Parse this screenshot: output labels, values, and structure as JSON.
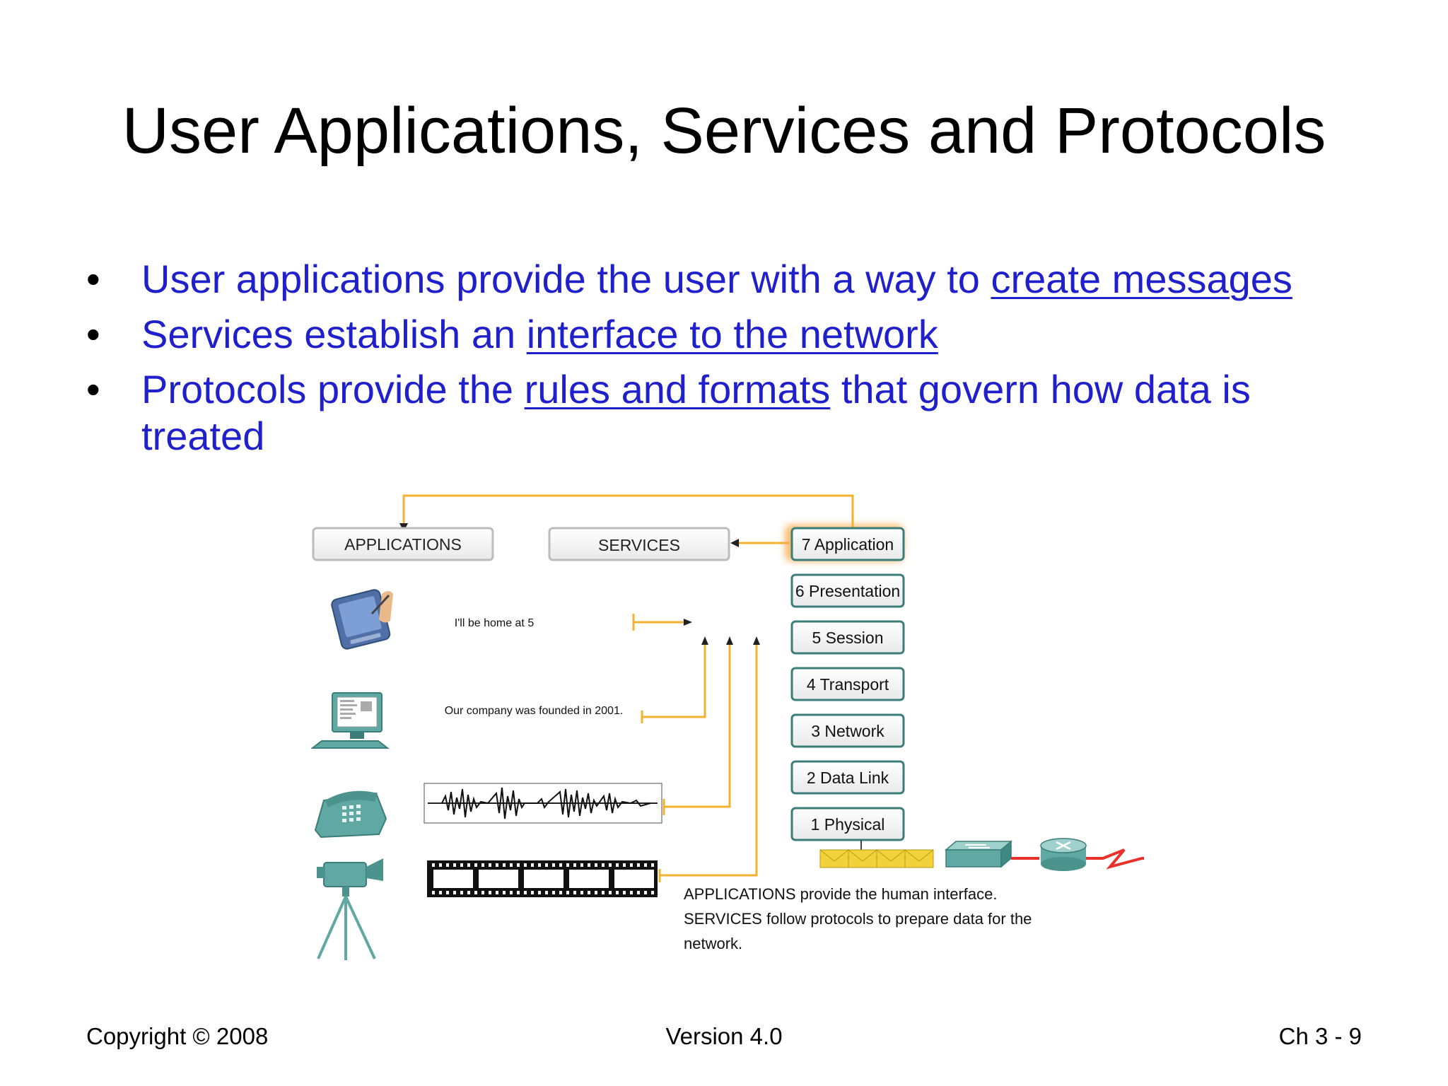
{
  "slide": {
    "title": "User Applications, Services and Protocols",
    "bullets": [
      {
        "before": "User applications provide the user with a way to ",
        "link": "create messages",
        "after": ""
      },
      {
        "before": "Services establish an ",
        "link": "interface to the network",
        "after": ""
      },
      {
        "before": "Protocols provide the ",
        "link": "rules and formats",
        "after": " that govern how data is treated"
      }
    ],
    "footer": {
      "left": "Copyright © 2008",
      "center": "Version 4.0",
      "right": "Ch 3 - 9"
    }
  },
  "diagram": {
    "headers": {
      "applications": "APPLICATIONS",
      "services": "SERVICES"
    },
    "layers": [
      "7 Application",
      "6 Presentation",
      "5 Session",
      "4 Transport",
      "3 Network",
      "2 Data Link",
      "1 Physical"
    ],
    "messages": {
      "text1": "I'll be home at 5",
      "text2": "Our company was founded in 2001."
    },
    "caption": [
      "APPLICATIONS provide the human interface.",
      "SERVICES follow protocols to prepare data for the",
      "network."
    ],
    "colors": {
      "arrow": "#f2b12f",
      "layer_border": "#3b7d78",
      "highlight_glow": "#f7a440",
      "device_teal": "#5fa8a3",
      "link_red": "#e8312a",
      "envelope": "#f2d23a"
    }
  }
}
